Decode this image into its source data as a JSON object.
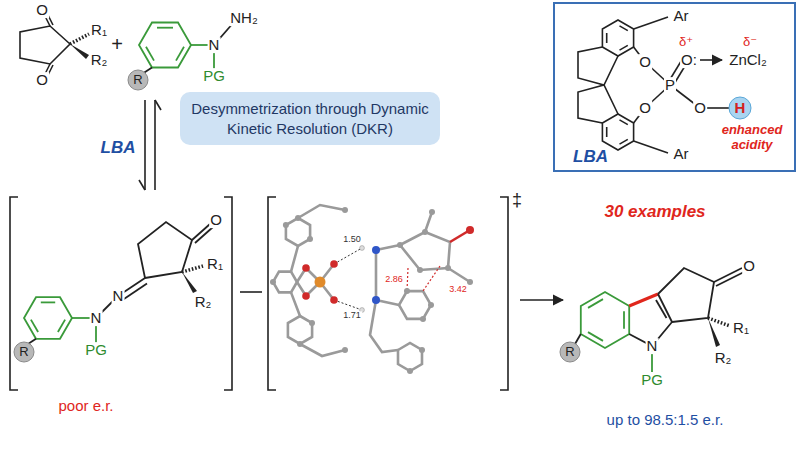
{
  "diagram": {
    "nodes": [
      {
        "text": [
          "Desymmetrization through Dynamic Kinetic Resolution (DKR)"
        ]
      },
      {
        "text": [
          "LBA"
        ]
      }
    ],
    "labels": [
      "O",
      "O",
      "R₁",
      "R₂",
      "+",
      "R",
      "N",
      "NH₂",
      "PG",
      "LBA",
      "Ar",
      "O",
      "O",
      "P",
      "O:",
      "δ⁺",
      "δ⁻",
      "ZnCl₂",
      "O",
      "H",
      "enhanced acidity",
      "Ar",
      "R",
      "N",
      "N",
      "PG",
      "O",
      "R₁",
      "R₂",
      "poor e.r.",
      "1.50",
      "2.86",
      "3.42",
      "1.71",
      "‡",
      "30 examples",
      "R",
      "N",
      "PG",
      "O",
      "R₁",
      "R₂",
      "up to 98.5:1.5 e.r."
    ]
  }
}
